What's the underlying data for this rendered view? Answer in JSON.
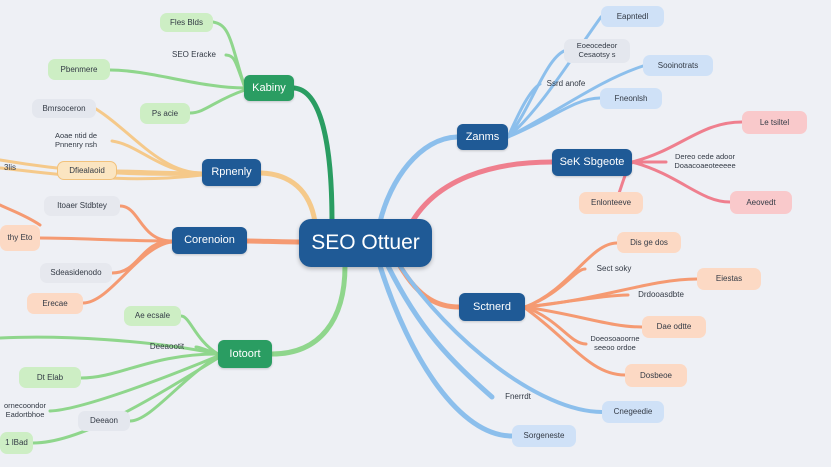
{
  "colors": {
    "background": "#eef0f5",
    "center": "#1f5a96",
    "green_branch": "#2a9d62",
    "blue_branch": "#1f5a96",
    "green_line": "#8fd68c",
    "blue_line": "#8cbfec",
    "red_line": "#ef7f8e",
    "orange_line": "#f59a72",
    "yellow_line": "#f5c98a",
    "green_pill": "#cdeec4",
    "blue_pill": "#cfe1f7",
    "pink_pill": "#f9c9cb",
    "orange_pill": "#fcd9c4",
    "yellow_pill": "#fbe5c1"
  },
  "center": {
    "label": "SEO Ottuer"
  },
  "branches": {
    "top_left": {
      "label": "Kabiny"
    },
    "left_upper": {
      "label": "Rpnenly"
    },
    "left_mid": {
      "label": "Corenoion"
    },
    "left_lower": {
      "label": "Iotoort"
    },
    "right_top": {
      "label": "Zanms"
    },
    "right_mid": {
      "label": "SeK Sbgeote"
    },
    "right_lower": {
      "label": "Sctnerd"
    }
  },
  "leaves": {
    "g1": "Fles Blds",
    "g2": "SEO Eracke",
    "g3": "Pbenmere",
    "g4": "Ps acie",
    "y1": "Bmrsoceron",
    "y2": "Aoae ntid de Pnnenry nsh",
    "y3": "Dfiealaoid",
    "y4": "3lis",
    "o1": "Itoaer Stdbtey",
    "o2": "thy Eto",
    "o3": "Sdeasidenodo",
    "o4": "Erecae",
    "lg1": "Ae ecsale",
    "lg2": "Deeaootit",
    "lg3": "Dt Elab",
    "lg4": "ornecoondor Eadortbhoe",
    "lg5": "Deeaon",
    "lg6": "1 lBad",
    "b1": "Eapntedl",
    "b2": "Eoeocedeor Cesaotsy s",
    "b3": "Sooinotrats",
    "b4": "Ssrd anofe",
    "b5": "Fneonlsh",
    "r1": "Le tsiltel",
    "r2": "Dereo cede adoor Doaacoaeoteeeee",
    "r3": "Enlonteeve",
    "r4": "Aeovedt",
    "or1": "Dis ge dos",
    "or2": "Sect soky",
    "or3": "Eiestas",
    "or4": "Drdooasdbte",
    "or5": "Dae odtte",
    "or6": "Doeosoaoorne seeoo ordoe",
    "or7": "Dosbeoe",
    "bb1": "Fnerrdt",
    "bb2": "Cnegeedie",
    "bb3": "Sorgeneste"
  }
}
